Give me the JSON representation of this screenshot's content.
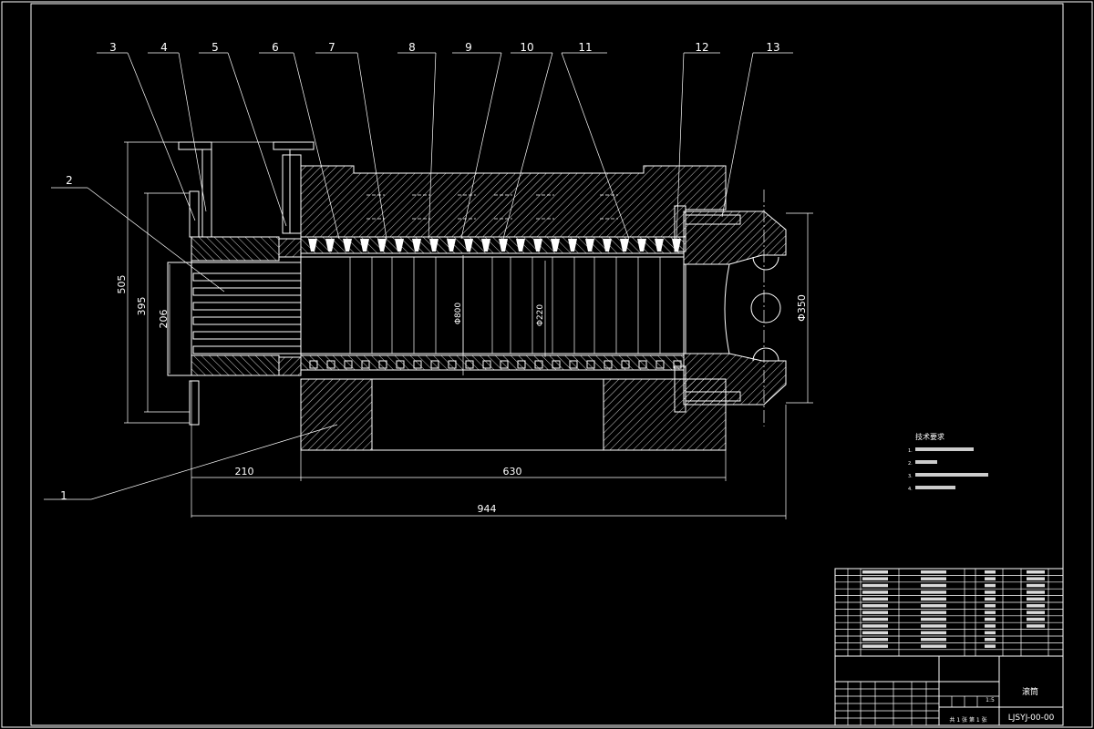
{
  "balloons": [
    "1",
    "2",
    "3",
    "4",
    "5",
    "6",
    "7",
    "8",
    "9",
    "10",
    "11",
    "12",
    "13"
  ],
  "dimensions": {
    "d210": "210",
    "d630": "630",
    "d944": "944",
    "d505": "505",
    "d395": "395",
    "d206": "206",
    "dia350": "Φ350",
    "dia800": "Φ800",
    "dia220": "Φ220"
  },
  "notes": {
    "title": "技术要求",
    "items": [
      "1.",
      "2.",
      "3.",
      "4."
    ]
  },
  "titleblock": {
    "drawing_name": "滚筒",
    "drawing_no": "LJSYJ-00-00",
    "scale_label": "1:5",
    "sheet_info": "共 1 张  第 1 张"
  },
  "colors": {
    "line": "#ffffff",
    "background": "#000000"
  }
}
